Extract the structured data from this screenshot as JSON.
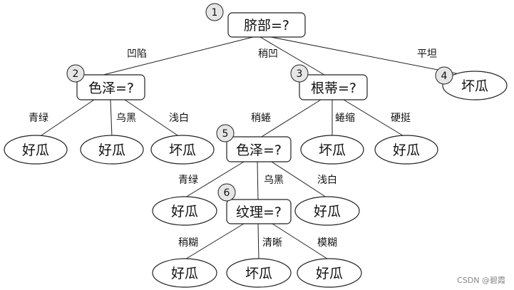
{
  "tree": {
    "nodes": {
      "n1": {
        "label": "脐部=?",
        "num": "1"
      },
      "n2": {
        "label": "色泽=?",
        "num": "2"
      },
      "n3": {
        "label": "根蒂=?",
        "num": "3"
      },
      "n4": {
        "label": "坏瓜",
        "num": "4"
      },
      "n5": {
        "label": "色泽=?",
        "num": "5"
      },
      "n6": {
        "label": "纹理=?",
        "num": "6"
      },
      "l_2a": {
        "label": "好瓜"
      },
      "l_2b": {
        "label": "好瓜"
      },
      "l_2c": {
        "label": "坏瓜"
      },
      "l_3b": {
        "label": "坏瓜"
      },
      "l_3c": {
        "label": "好瓜"
      },
      "l_5a": {
        "label": "好瓜"
      },
      "l_5c": {
        "label": "好瓜"
      },
      "l_6a": {
        "label": "好瓜"
      },
      "l_6b": {
        "label": "坏瓜"
      },
      "l_6c": {
        "label": "好瓜"
      }
    },
    "edges": {
      "e1_2": "凹陷",
      "e1_3": "稍凹",
      "e1_4": "平坦",
      "e2_a": "青绿",
      "e2_b": "乌黑",
      "e2_c": "浅白",
      "e3_5": "稍蜷",
      "e3_b": "蜷缩",
      "e3_c": "硬挺",
      "e5_a": "青绿",
      "e5_6": "乌黑",
      "e5_c": "浅白",
      "e6_a": "稍糊",
      "e6_b": "清晰",
      "e6_c": "模糊"
    }
  },
  "watermark": "CSDN @碧霞"
}
